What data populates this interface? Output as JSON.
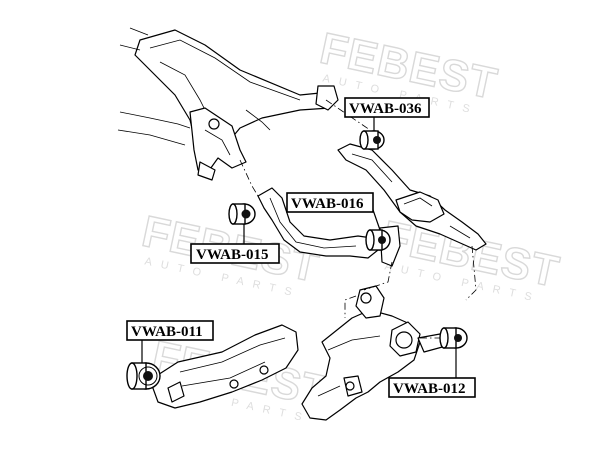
{
  "labels": {
    "vwab_036": "VWAB-036",
    "vwab_016": "VWAB-016",
    "vwab_015": "VWAB-015",
    "vwab_011": "VWAB-011",
    "vwab_012": "VWAB-012"
  },
  "watermark": {
    "brand": "FEBEST",
    "tagline": "AUTO PARTS"
  },
  "colors": {
    "ink": "#000000",
    "watermark": "#d9d9d9",
    "background": "#ffffff"
  }
}
